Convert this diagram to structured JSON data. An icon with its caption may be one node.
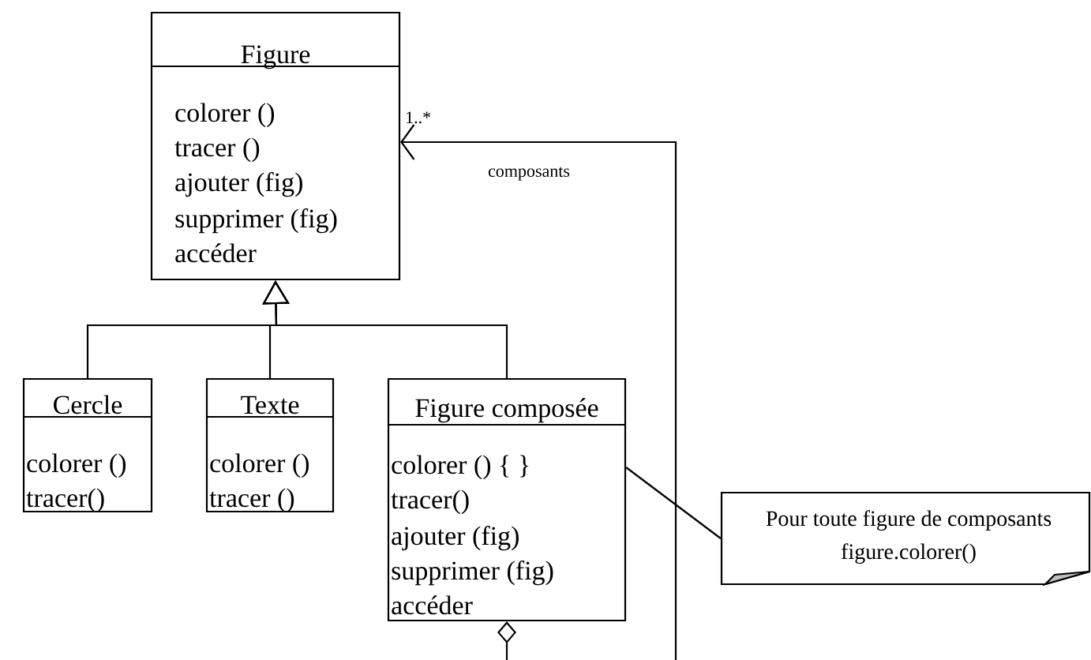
{
  "diagram": {
    "nodes": [
      {
        "text": [
          "Figure",
          "colorer ()",
          "tracer ()",
          "ajouter (fig)",
          "supprimer (fig)",
          "accéder"
        ]
      },
      {
        "text": [
          "Cercle",
          "colorer ()",
          "tracer()"
        ]
      },
      {
        "text": [
          "Texte",
          "colorer ()",
          "tracer ()"
        ]
      },
      {
        "text": [
          "Figure composée",
          "colorer ()  { }",
          "tracer()",
          "ajouter (fig)",
          "supprimer (fig)",
          "accéder"
        ]
      },
      {
        "text": [
          "Pour toute figure de composants",
          "figure.colorer()"
        ]
      }
    ],
    "edges": [
      {
        "from": 1,
        "to": 0,
        "arrow": "to"
      },
      {
        "from": 2,
        "to": 0,
        "arrow": "to"
      },
      {
        "from": 3,
        "to": 0,
        "arrow": "to"
      },
      {
        "from": 3,
        "to": 0,
        "arrow": "to",
        "label": "composants"
      },
      {
        "from": 4,
        "to": 3,
        "arrow": "none"
      }
    ],
    "labels": [
      "1..*"
    ]
  }
}
